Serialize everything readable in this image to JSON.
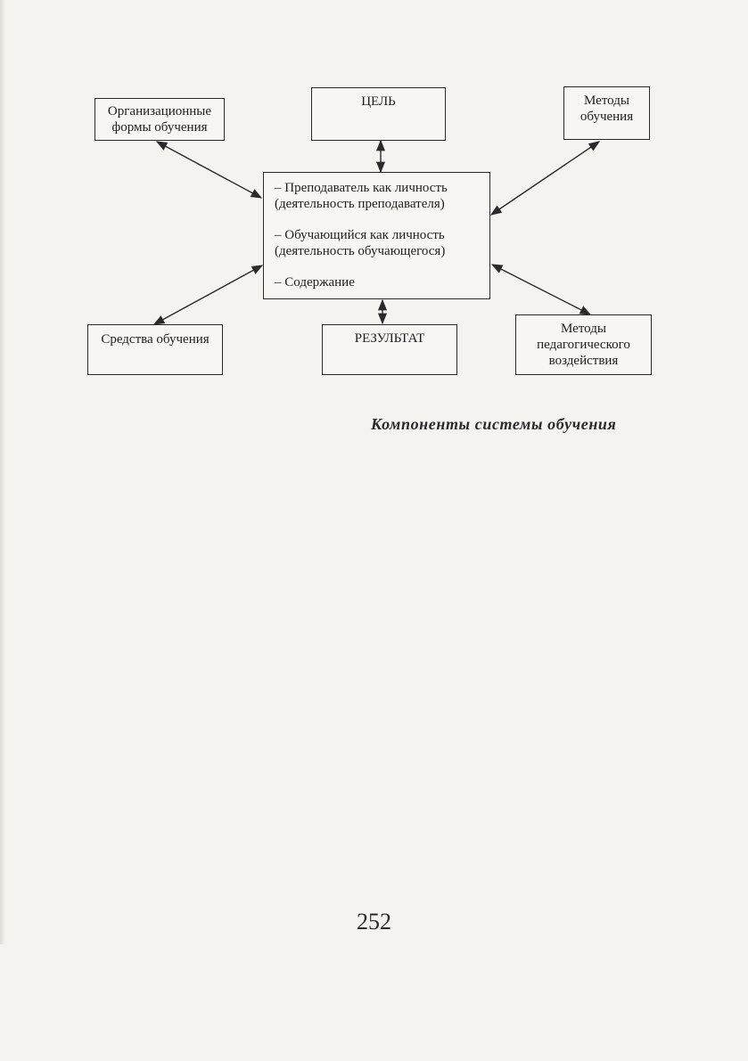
{
  "diagram": {
    "center_items": [
      "– Преподаватель как личность\n(деятельность преподавателя)",
      "– Обучающийся как личность\n(деятельность обучающегося)",
      "– Содержание"
    ],
    "boxes": {
      "org_forms": "Организационные\nформы обучения",
      "goal": "ЦЕЛЬ",
      "methods": "Методы\nобучения",
      "means": "Средства обучения",
      "result": "РЕЗУЛЬТАТ",
      "ped_methods": "Методы\nпедагогического\nвоздействия"
    }
  },
  "caption": "Компоненты системы обучения",
  "page_number": "252"
}
